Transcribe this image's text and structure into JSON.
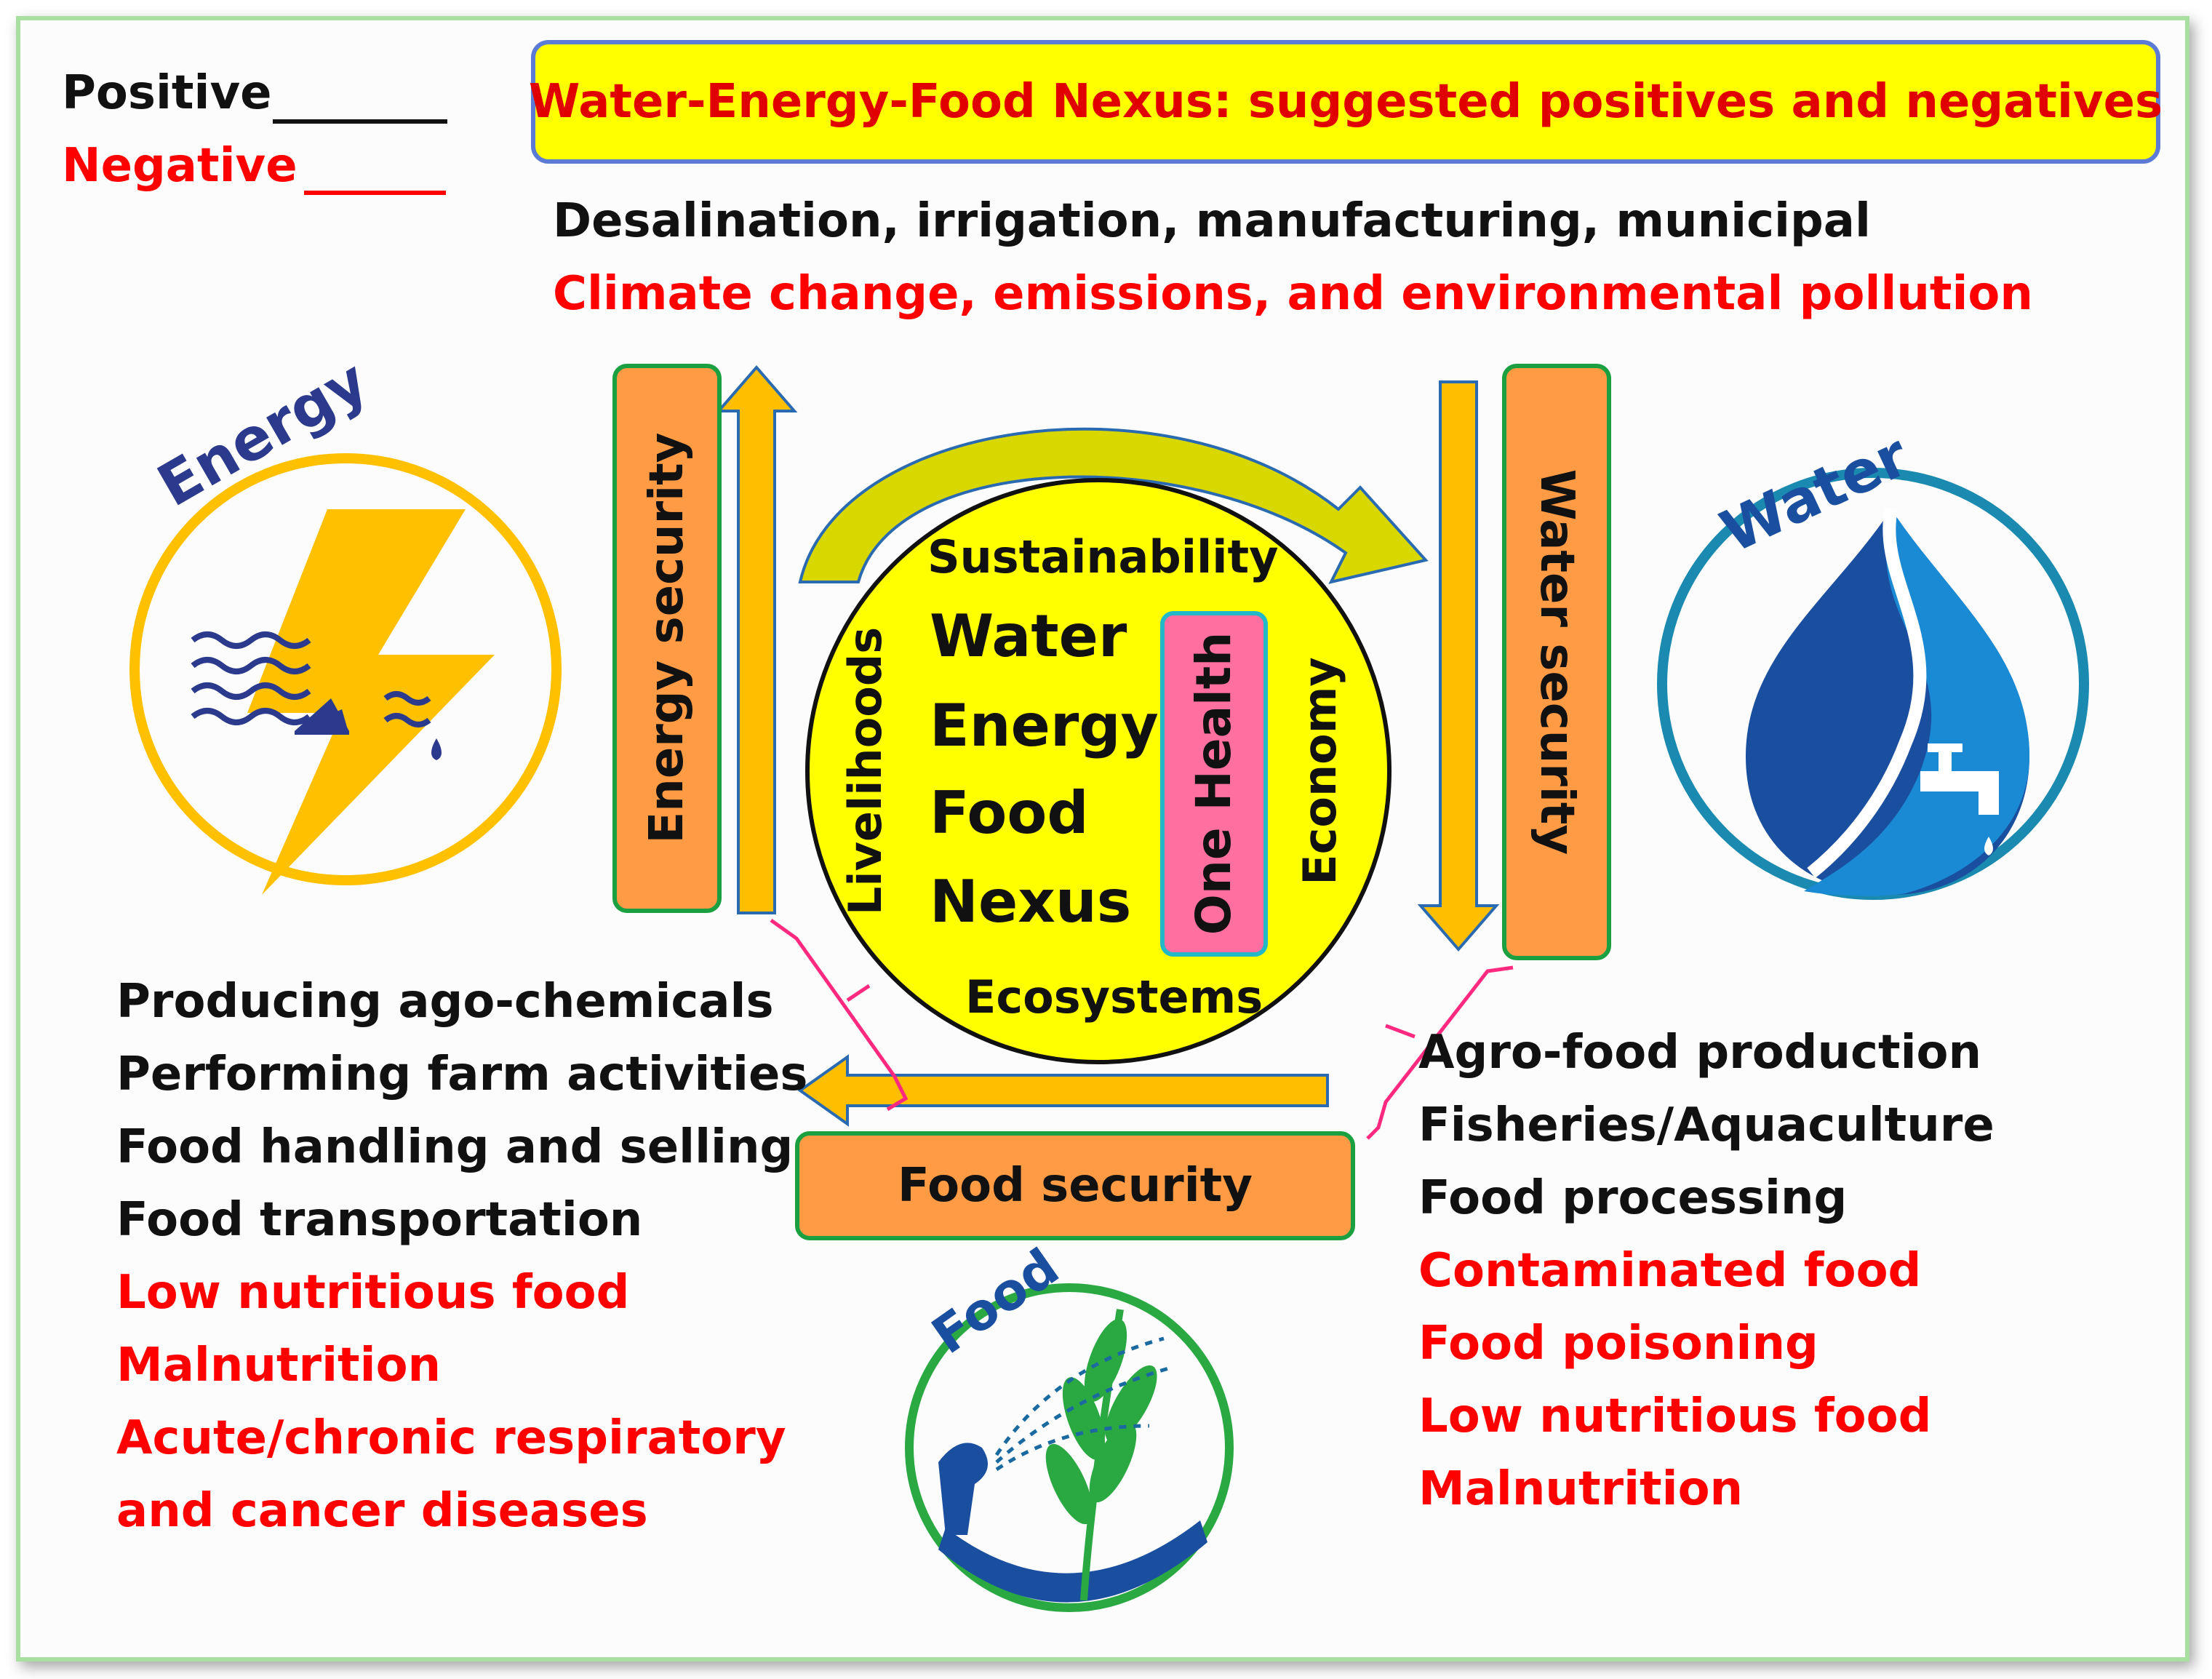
{
  "legend": {
    "positive": "Positive",
    "negative": "Negative"
  },
  "title": "Water-Energy-Food Nexus: suggested positives and negatives",
  "top_text": {
    "positive": "Desalination, irrigation, manufacturing, municipal",
    "negative": "Climate change, emissions, and environmental pollution"
  },
  "icons": {
    "energy": "Energy",
    "water": "Water",
    "food": "Food"
  },
  "security": {
    "energy": "Energy security",
    "water": "Water security",
    "food": "Food security"
  },
  "circle": {
    "top": "Sustainability",
    "nexus_words": [
      "Water",
      "Energy",
      "Food",
      "Nexus"
    ],
    "left": "Livelihoods",
    "right": "Economy",
    "bottom": "Ecosystems",
    "inner_box": "One Health"
  },
  "left_list": {
    "positive": [
      "Producing ago-chemicals",
      "Performing farm activities",
      "Food handling and selling",
      "Food transportation"
    ],
    "negative": [
      "Low nutritious food",
      "Malnutrition",
      "Acute/chronic respiratory",
      "and cancer diseases"
    ]
  },
  "right_list": {
    "positive": [
      "Agro-food production",
      "Fisheries/Aquaculture",
      "Food processing"
    ],
    "negative": [
      "Contaminated food",
      "Food poisoning",
      "Low nutritious food",
      "Malnutrition"
    ]
  },
  "colors": {
    "positive_text": "#111111",
    "negative_text": "#ff0000",
    "title_fill": "#ffff00",
    "security_box": "#ff9b45",
    "arrow": "#ffbe00",
    "circle": "#ffff00",
    "one_health": "#ff6fa0",
    "energy_icon": "#ffc000",
    "water_icon": "#1a4fa0",
    "food_icon": "#2aa842"
  }
}
